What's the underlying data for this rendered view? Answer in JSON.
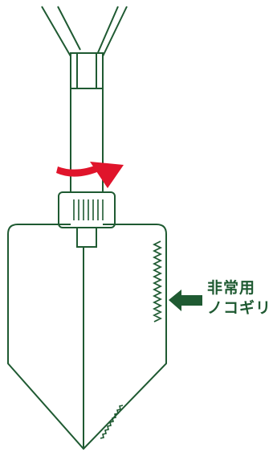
{
  "figure": {
    "callout": {
      "line1": "非常用",
      "line2": "ノコギリ"
    },
    "icons": {
      "rotation_arrow": "curved-arrow-right",
      "pointer_arrow": "arrow-left"
    },
    "colors": {
      "line": "#1f5a32",
      "label": "#1f5a32",
      "arrow_rotation": "#e0142b",
      "arrow_pointer": "#1f5a32",
      "background": "#ffffff"
    }
  }
}
